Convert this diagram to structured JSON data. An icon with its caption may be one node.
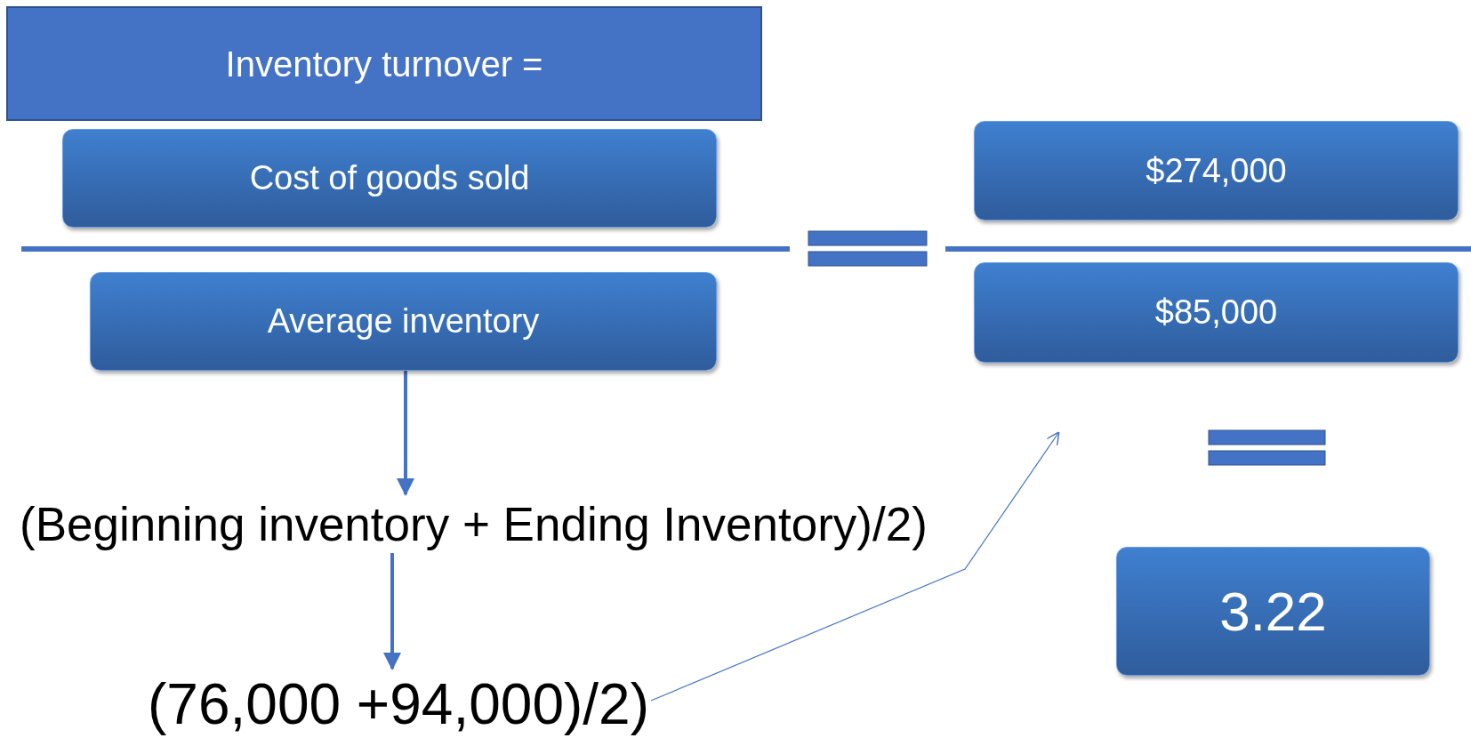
{
  "diagram": {
    "nodes": [
      {
        "text": [
          "Inventory turnover ="
        ]
      },
      {
        "text": [
          "Cost of goods sold"
        ]
      },
      {
        "text": [
          "Average inventory"
        ]
      },
      {
        "text": [
          "$274,000"
        ]
      },
      {
        "text": [
          "$85,000"
        ]
      },
      {
        "text": [
          "3.22"
        ]
      },
      {
        "text": [
          "(Beginning inventory + Ending Inventory)/2)"
        ]
      },
      {
        "text": [
          "(76,000 +94,000)/2)"
        ]
      }
    ],
    "edges": [
      {
        "from": 2,
        "to": 6,
        "arrow": "to"
      },
      {
        "from": 6,
        "to": 7,
        "arrow": "to"
      },
      {
        "from": 7,
        "to": null,
        "arrow": "to"
      }
    ]
  }
}
